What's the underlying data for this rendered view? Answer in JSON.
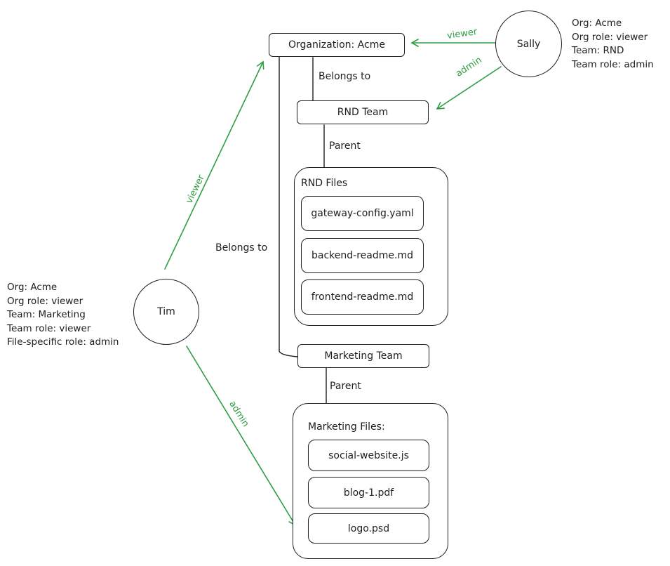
{
  "org_box": "Organization: Acme",
  "rnd_team": "RND Team",
  "marketing_team": "Marketing Team",
  "edges": {
    "org_to_rnd": "Belongs to",
    "org_to_marketing": "Belongs to",
    "rnd_to_files": "Parent",
    "marketing_to_files": "Parent"
  },
  "rnd_files": {
    "title": "RND Files",
    "items": [
      "gateway-config.yaml",
      "backend-readme.md",
      "frontend-readme.md"
    ]
  },
  "marketing_files": {
    "title": "Marketing Files:",
    "items": [
      "social-website.js",
      "blog-1.pdf",
      "logo.psd"
    ]
  },
  "sally": {
    "name": "Sally",
    "info": [
      "Org: Acme",
      "Org role: viewer",
      "Team: RND",
      "Team role: admin"
    ],
    "org_edge": "viewer",
    "team_edge": "admin"
  },
  "tim": {
    "name": "Tim",
    "info": [
      "Org: Acme",
      "Org role: viewer",
      "Team: Marketing",
      "Team role: viewer",
      "File-specific role: admin"
    ],
    "org_edge": "viewer",
    "file_edge": "admin"
  },
  "colors": {
    "stroke": "#1e1e1e",
    "role_edge": "#2f9e44"
  }
}
